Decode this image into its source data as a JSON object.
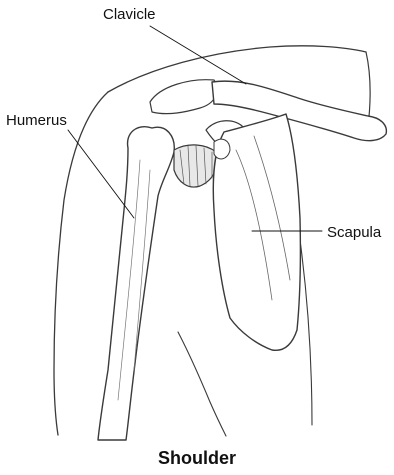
{
  "labels": {
    "clavicle": "Clavicle",
    "humerus": "Humerus",
    "scapula": "Scapula"
  },
  "caption": "Shoulder"
}
